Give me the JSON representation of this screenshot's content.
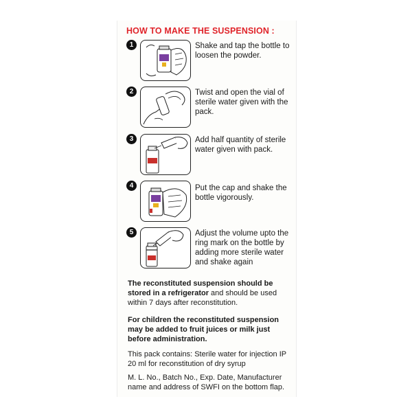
{
  "heading": "HOW TO MAKE THE SUSPENSION :",
  "steps": [
    {
      "number": "1",
      "text": "Shake and tap the bottle to loosen the powder."
    },
    {
      "number": "2",
      "text": "Twist and open the vial of sterile water given with the pack."
    },
    {
      "number": "3",
      "text": "Add half quantity of sterile water given with pack."
    },
    {
      "number": "4",
      "text": "Put the cap and shake the bottle vigorously."
    },
    {
      "number": "5",
      "text": "Adjust the volume upto the ring mark on the bottle by adding more sterile water and shake again"
    }
  ],
  "storage": {
    "bold_lead": "The reconstituted suspension should be stored in a refrigerator",
    "rest": " and should be used within 7 days after reconstitution."
  },
  "children_note": "For children the reconstituted suspension may be added to fruit juices or milk just before administration.",
  "pack_contents": "This pack contains: Sterile water for injection IP 20 ml for reconstitution of dry syrup",
  "footer": "M. L. No., Batch No., Exp. Date, Manufacturer name and address of SWFI on the bottom flap."
}
